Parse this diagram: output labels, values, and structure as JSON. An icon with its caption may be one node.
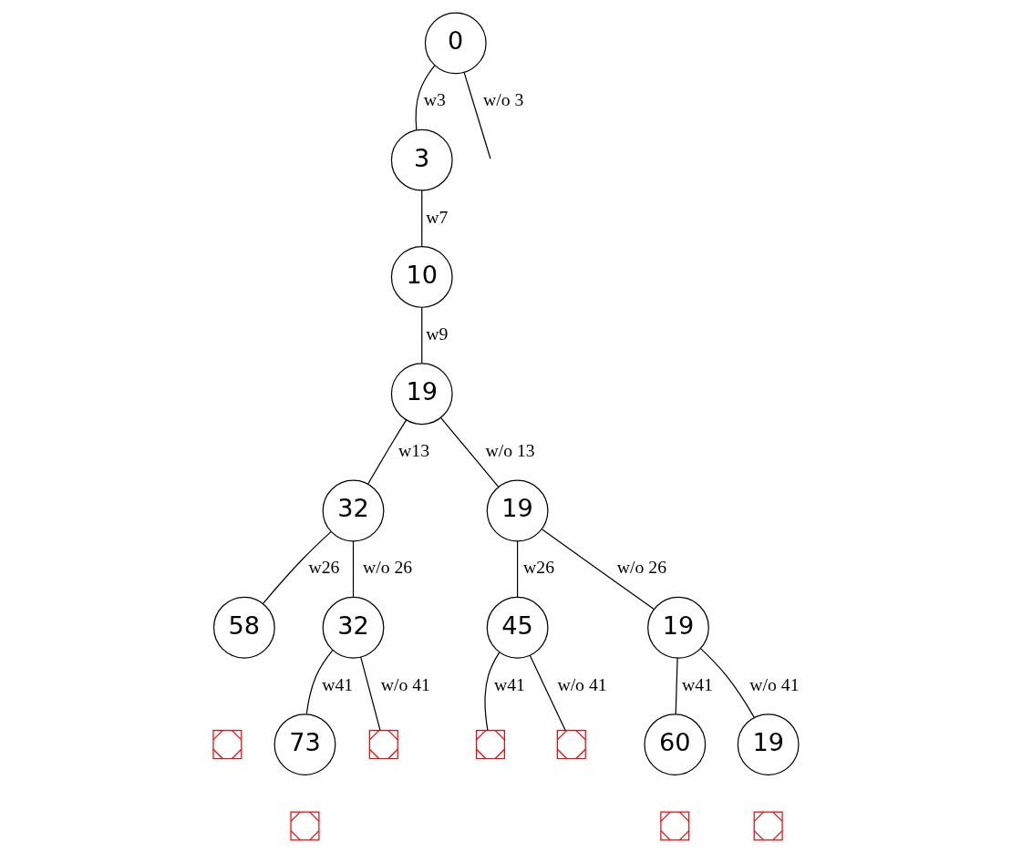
{
  "diagram": {
    "nodes": [
      {
        "text": [
          "0"
        ]
      },
      {
        "text": [
          "3"
        ]
      },
      {
        "text": [
          "10"
        ]
      },
      {
        "text": [
          "19"
        ]
      },
      {
        "text": [
          "32"
        ]
      },
      {
        "text": [
          "19"
        ]
      },
      {
        "text": [
          "58"
        ]
      },
      {
        "text": [
          "32"
        ]
      },
      {
        "text": [
          "45"
        ]
      },
      {
        "text": [
          "19"
        ]
      },
      {
        "text": [
          "73"
        ]
      },
      {
        "text": [
          "60"
        ]
      },
      {
        "text": [
          "19"
        ]
      },
      {
        "text": [],
        "shape": "cross"
      },
      {
        "text": [],
        "shape": "cross"
      },
      {
        "text": [],
        "shape": "cross"
      },
      {
        "text": [],
        "shape": "cross"
      },
      {
        "text": [],
        "shape": "cross"
      },
      {
        "text": [],
        "shape": "cross"
      },
      {
        "text": [],
        "shape": "cross"
      }
    ],
    "edges": [
      {
        "from": 0,
        "to": 1,
        "arrow": "none",
        "label": "w3"
      },
      {
        "from": 0,
        "to": null,
        "arrow": "none",
        "label": "w/o 3"
      },
      {
        "from": 1,
        "to": 2,
        "arrow": "none",
        "label": "w7"
      },
      {
        "from": 2,
        "to": 3,
        "arrow": "none",
        "label": "w9"
      },
      {
        "from": 3,
        "to": 4,
        "arrow": "none",
        "label": "w13"
      },
      {
        "from": 3,
        "to": 5,
        "arrow": "none",
        "label": "w/o 13"
      },
      {
        "from": 4,
        "to": 6,
        "arrow": "none",
        "label": "w26"
      },
      {
        "from": 4,
        "to": 7,
        "arrow": "none",
        "label": "w/o 26"
      },
      {
        "from": 5,
        "to": 8,
        "arrow": "none",
        "label": "w26"
      },
      {
        "from": 5,
        "to": 9,
        "arrow": "none",
        "label": "w/o 26"
      },
      {
        "from": 7,
        "to": 10,
        "arrow": "none",
        "label": "w41"
      },
      {
        "from": 7,
        "to": 15,
        "arrow": "none",
        "label": "w/o 41"
      },
      {
        "from": 8,
        "to": 16,
        "arrow": "none",
        "label": "w41"
      },
      {
        "from": 8,
        "to": 17,
        "arrow": "none",
        "label": "w/o 41"
      },
      {
        "from": 9,
        "to": 11,
        "arrow": "none",
        "label": "w41"
      },
      {
        "from": 9,
        "to": 12,
        "arrow": "none",
        "label": "w/o 41"
      }
    ]
  }
}
